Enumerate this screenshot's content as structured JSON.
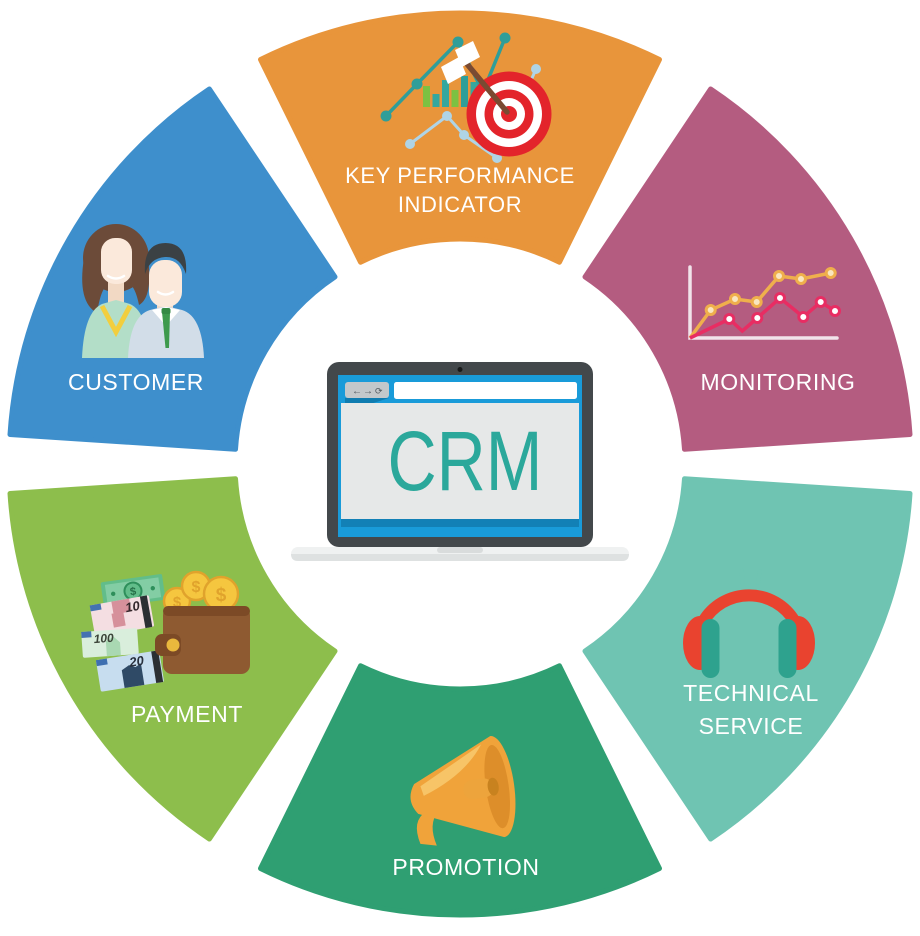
{
  "diagram_title": "CRM",
  "center": {
    "app_label": "CRM",
    "app_label_color": "#2BA89B",
    "device": "laptop",
    "browser": {
      "chrome_color": "#199BD9",
      "back_glyph": "←",
      "forward_glyph": "→",
      "refresh_glyph": "⟳"
    }
  },
  "segments": [
    {
      "id": "kpi",
      "label_line1": "KEY PERFORMANCE",
      "label_line2": "INDICATOR",
      "color": "#E8953B",
      "icon": "kpi-target-chart-icon"
    },
    {
      "id": "monitoring",
      "label_line1": "MONITORING",
      "color": "#B45C80",
      "icon": "monitoring-line-chart-icon"
    },
    {
      "id": "technical-service",
      "label_line1": "TECHNICAL",
      "label_line2": "SERVICE",
      "color": "#6FC4B2",
      "icon": "headphones-icon"
    },
    {
      "id": "promotion",
      "label_line1": "PROMOTION",
      "color": "#2F9F72",
      "icon": "megaphone-icon"
    },
    {
      "id": "payment",
      "label_line1": "PAYMENT",
      "color": "#8DBE4C",
      "icon": "wallet-money-icon"
    },
    {
      "id": "customer",
      "label_line1": "CUSTOMER",
      "color": "#3E8FCC",
      "icon": "customers-icon"
    }
  ],
  "payment_icon": {
    "bill_symbol": "$",
    "coin_symbol": "$",
    "note_values": [
      "10",
      "100",
      "20"
    ]
  }
}
